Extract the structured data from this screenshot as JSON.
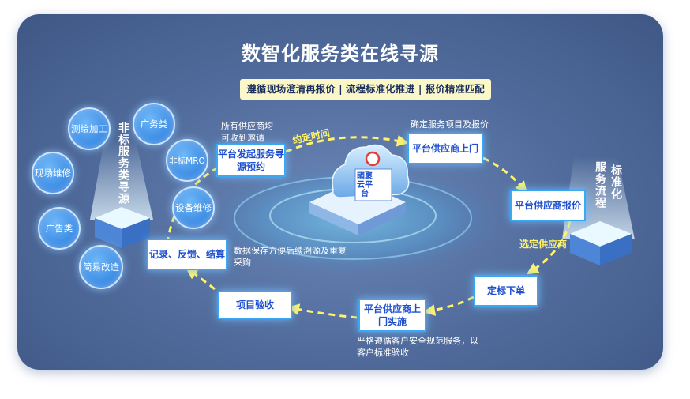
{
  "title": "数智化服务类在线寻源",
  "subtitle": "遵循现场澄清再报价 | 流程标准化推进 | 报价精准匹配",
  "left_vertical_label": "非标服务类寻源",
  "right_vertical_label_a": "标准化",
  "right_vertical_label_b": "服务流程",
  "bubbles": [
    "测绘加工",
    "广务类",
    "非标MRO",
    "现场维修",
    "设备维修",
    "广告类",
    "简易改造"
  ],
  "boxes": {
    "initiate": "平台发起服务寻源预约",
    "onsite": "平台供应商上门",
    "quote": "平台供应商报价",
    "award": "定标下单",
    "implement": "平台供应商上门实施",
    "accept": "项目验收",
    "record": "记录、反馈、结算"
  },
  "notes": {
    "invite": "所有供应商均可收到邀请",
    "confirm": "确定服务项目及报价",
    "data": "数据保存方便后续溯源及重复采购",
    "safety": "严格遵循客户安全规范服务，以客户标准验收"
  },
  "arrow_labels": {
    "time": "约定时间",
    "select": "选定供应商"
  },
  "platform_sign": "國聚云平台",
  "colors": {
    "background": "#4f6a9a",
    "box_border": "#3aa8f5",
    "box_text": "#1e4fd0",
    "arrow": "#fff36b",
    "bubble": "#3e8ee6",
    "subtitle_bg": "#fbf7c9"
  }
}
